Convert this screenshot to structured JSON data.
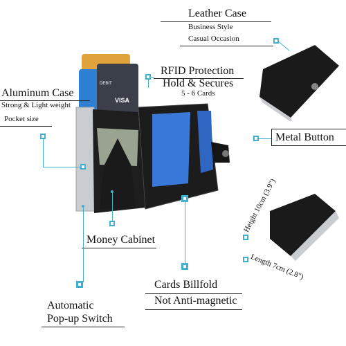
{
  "labels": {
    "leather_case": "Leather Case",
    "business_style": "Business Style",
    "casual_occasion": "Casual Occasion",
    "rfid_protection": "RFID Protection",
    "hold_secures": "Hold & Secures",
    "cards_count": "5 - 6 Cards",
    "aluminum_case": "Aluminum Case",
    "strong_light": "Strong & Light weight",
    "pocket_size": "Pocket size",
    "metal_button": "Metal Button",
    "money_cabinet": "Money Cabinet",
    "cards_billfold": "Cards Billfold",
    "not_anti_magnetic": "Not Anti-magnetic",
    "automatic": "Automatic",
    "pop_up_switch": "Pop-up Switch",
    "height_dim": "Height 10cm (3.9\")",
    "length_dim": "Length 7cm (2.8\")"
  },
  "card_text": {
    "visa": "VISA",
    "debit": "DEBIT"
  },
  "colors": {
    "callout": "#3fb1cf",
    "leather": "#1a1a1a",
    "aluminum": "#c9ccd0"
  }
}
